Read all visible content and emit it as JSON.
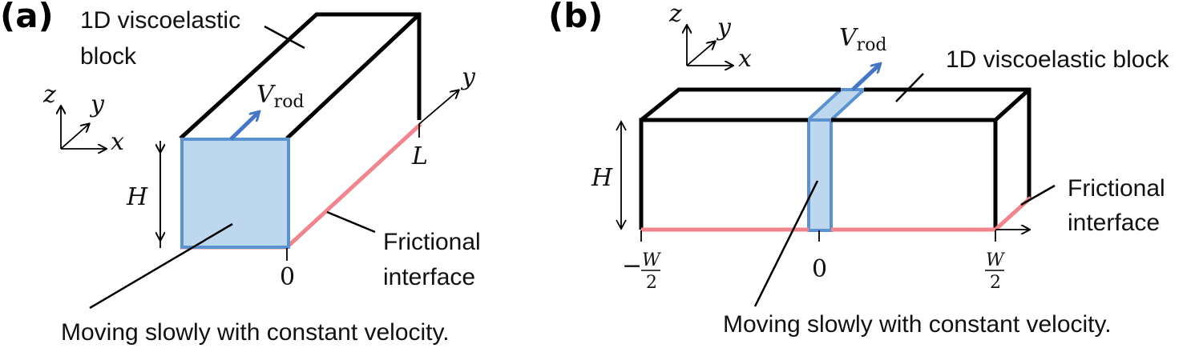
{
  "colors": {
    "outline": "#000000",
    "rod_fill": "#bcd7ee",
    "rod_stroke": "#5b93d1",
    "arrow_blue": "#4677c6",
    "interface": "#f2848d"
  },
  "panel_a": {
    "label": "(a)",
    "block_label_line1": "1D viscoelastic",
    "block_label_line2": "block",
    "v_symbol": "V",
    "v_subscript": "rod",
    "axis_z": "z",
    "axis_y": "y",
    "axis_x": "x",
    "y_axis_label": "y",
    "length_label": "L",
    "height_label": "H",
    "origin_label": "0",
    "interface_line1": "Frictional",
    "interface_line2": "interface",
    "caption": "Moving slowly with constant velocity."
  },
  "panel_b": {
    "label": "(b)",
    "axis_z": "z",
    "axis_y": "y",
    "axis_x": "x",
    "v_symbol": "V",
    "v_subscript": "rod",
    "block_label": "1D viscoelastic block",
    "height_label": "H",
    "left_minus": "−",
    "left_num": "W",
    "left_den": "2",
    "origin_label": "0",
    "right_num": "W",
    "right_den": "2",
    "interface_line1": "Frictional",
    "interface_line2": "interface",
    "caption": "Moving slowly with constant velocity."
  }
}
